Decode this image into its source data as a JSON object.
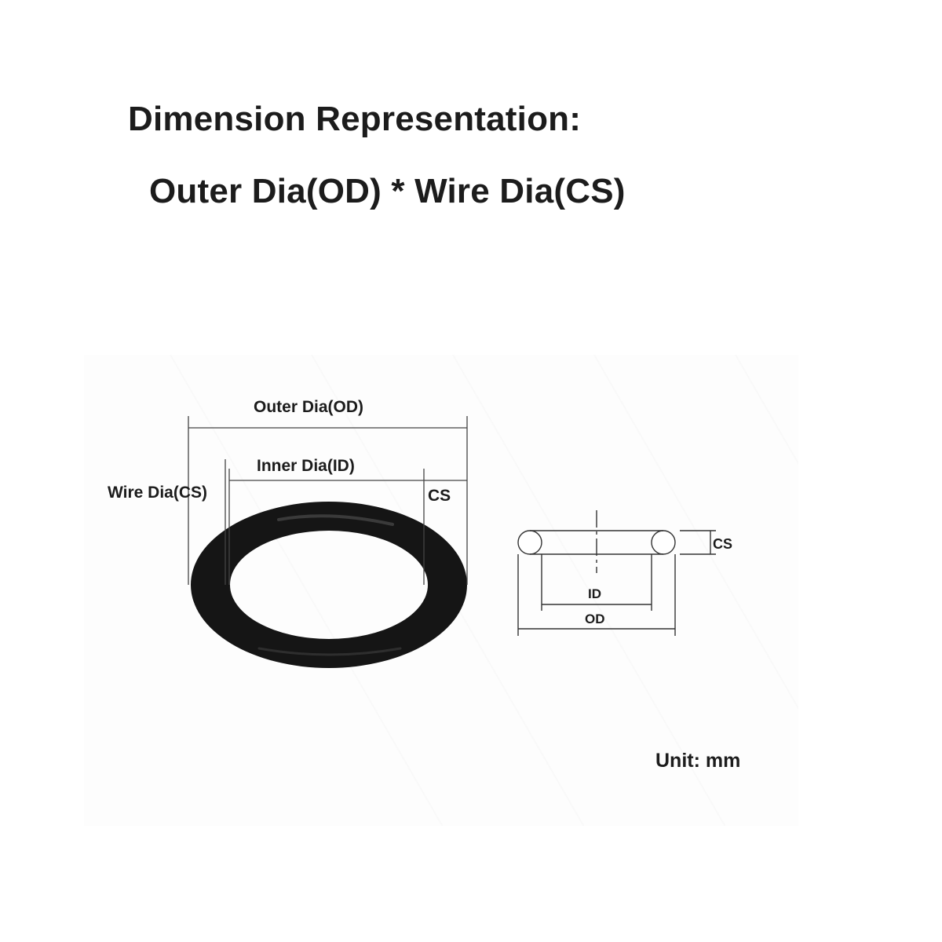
{
  "header": {
    "line1": "Dimension Representation:",
    "line2": "Outer Dia(OD) * Wire Dia(CS)"
  },
  "photo_labels": {
    "outer_dia": "Outer Dia(OD)",
    "inner_dia": "Inner Dia(ID)",
    "wire_dia": "Wire Dia(CS)",
    "cs": "CS"
  },
  "schematic_labels": {
    "cs": "CS",
    "id": "ID",
    "od": "OD"
  },
  "footer": {
    "unit": "Unit: mm"
  },
  "colors": {
    "ring": "#1a1a1a",
    "lines": "#333333",
    "text": "#1c1c1c"
  }
}
